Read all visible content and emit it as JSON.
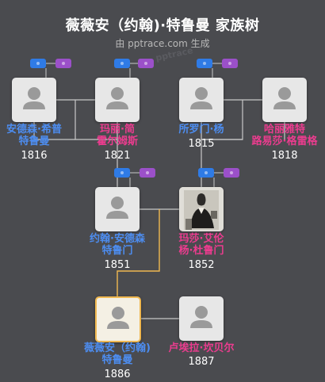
{
  "title": "薇薇安（约翰)·特鲁曼 家族树",
  "subtitle": "由 pptrace.com 生成",
  "watermark": "pptrace",
  "colors": {
    "male": "#4d8df0",
    "female": "#ec3c8f",
    "link": "#c8c8c8",
    "highlight": "#f0b850"
  },
  "people": [
    {
      "id": "g1",
      "name1": "安德森·希普",
      "name2": "特鲁曼",
      "year": "1816",
      "gender": "male"
    },
    {
      "id": "g2",
      "name1": "玛丽·简",
      "name2": "霍尔姆斯",
      "year": "1821",
      "gender": "female"
    },
    {
      "id": "g3",
      "name1": "所罗门·杨",
      "name2": "",
      "year": "1815",
      "gender": "male"
    },
    {
      "id": "g4",
      "name1": "哈丽雅特",
      "name2": "路易莎·格雷格",
      "year": "1818",
      "gender": "female"
    },
    {
      "id": "p1",
      "name1": "约翰·安德森",
      "name2": "特鲁门",
      "year": "1851",
      "gender": "male"
    },
    {
      "id": "p2",
      "name1": "玛莎·艾伦",
      "name2": "杨·杜鲁门",
      "year": "1852",
      "gender": "female"
    },
    {
      "id": "s1",
      "name1": "薇薇安（约翰)",
      "name2": "特鲁曼",
      "year": "1886",
      "gender": "male"
    },
    {
      "id": "s2",
      "name1": "卢埃拉·坎贝尔",
      "name2": "",
      "year": "1887",
      "gender": "female"
    }
  ]
}
